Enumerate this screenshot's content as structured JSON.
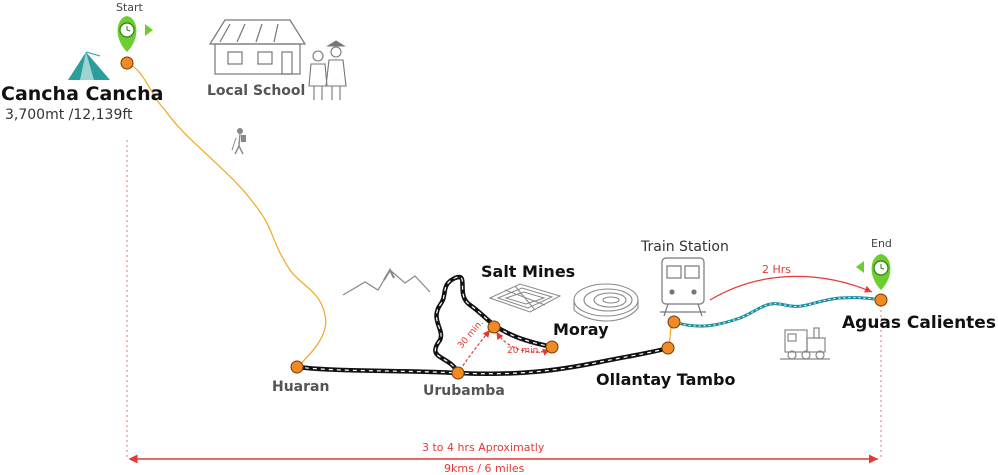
{
  "markers": {
    "start_label": "Start",
    "end_label": "End"
  },
  "places": {
    "cancha_cancha": "Cancha Cancha",
    "cancha_altitude": "3,700mt /12,139ft",
    "local_school": "Local School",
    "huaran": "Huaran",
    "urubamba": "Urubamba",
    "salt_mines": "Salt Mines",
    "moray": "Moray",
    "ollantay_tambo": "Ollantay Tambo",
    "train_station": "Train Station",
    "aguas_calientes": "Aguas Calientes"
  },
  "durations": {
    "salt_mines_leg": "30 min.",
    "moray_leg": "20 min.",
    "train_leg": "2 Hrs"
  },
  "footer": {
    "duration": "3 to 4 hrs Aproximatly",
    "distance": "9kms / 6 miles"
  },
  "colors": {
    "node": "#f08a24",
    "pin": "#6ccf2f",
    "hike_trail": "#f5a623",
    "train_track": "#1a8fa0",
    "accent_red": "#e53935"
  },
  "icons": [
    "tent-icon",
    "school-icon",
    "children-icon",
    "hiker-icon",
    "mountains-icon",
    "salt-terraces-icon",
    "moray-rings-icon",
    "train-station-icon",
    "locomotive-icon",
    "pin-icon"
  ]
}
